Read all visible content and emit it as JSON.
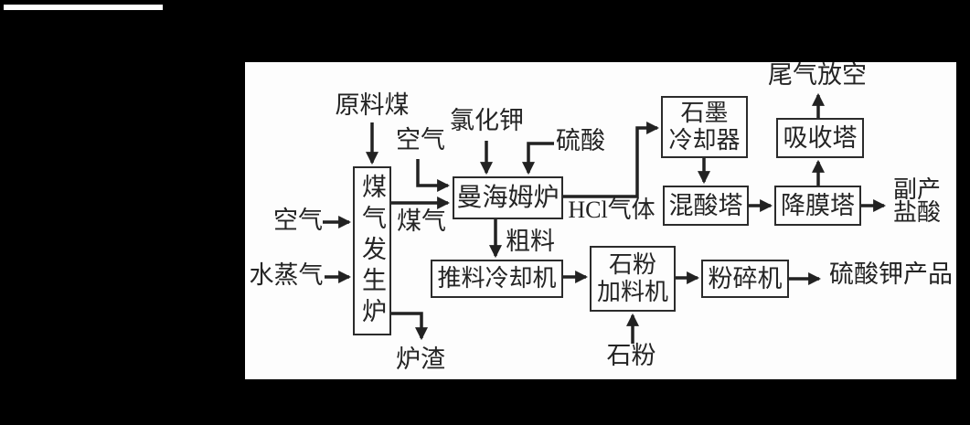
{
  "colors": {
    "page_bg": "#000000",
    "panel_bg": "#fdfdfd",
    "line": "#222222",
    "text": "#242424"
  },
  "diagram": {
    "nodes": {
      "generator": {
        "label": "煤气发生炉"
      },
      "mannheim": {
        "label": "曼海姆炉"
      },
      "graphite_cooler": {
        "label": "石墨\n冷却器"
      },
      "absorption": {
        "label": "吸收塔"
      },
      "mixed_acid": {
        "label": "混酸塔"
      },
      "falling_film": {
        "label": "降膜塔"
      },
      "pusher_cooler": {
        "label": "推料冷却机"
      },
      "stone_feeder": {
        "label": "石粉\n加料机"
      },
      "crusher": {
        "label": "粉碎机"
      }
    },
    "streams": {
      "raw_coal": {
        "label": "原料煤"
      },
      "air_top": {
        "label": "空气"
      },
      "kcl": {
        "label": "氯化钾"
      },
      "sulfuric_acid": {
        "label": "硫酸"
      },
      "air_left": {
        "label": "空气"
      },
      "steam": {
        "label": "水蒸气"
      },
      "coal_gas": {
        "label": "煤气"
      },
      "hcl_gas": {
        "label": "HCl气体"
      },
      "coarse": {
        "label": "粗料"
      },
      "slag": {
        "label": "炉渣"
      },
      "vent": {
        "label": "尾气放空"
      },
      "byproduct": {
        "label": "副产\n盐酸"
      },
      "stone_powder": {
        "label": "石粉"
      },
      "product": {
        "label": "硫酸钾产品"
      }
    }
  }
}
